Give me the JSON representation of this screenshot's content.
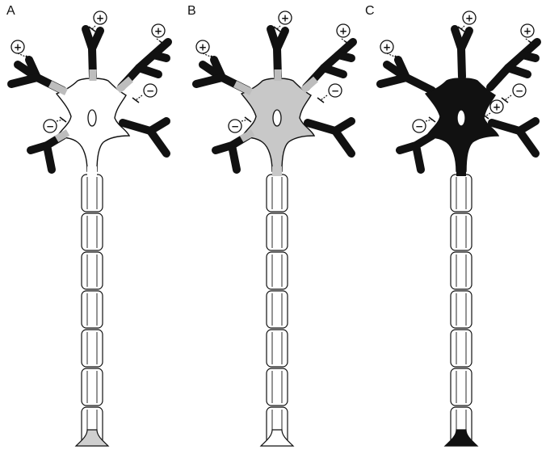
{
  "panels": [
    {
      "label": "A",
      "dendrite_fill": "#111111",
      "soma_fill": "#ffffff",
      "axon_fill": "#ffffff",
      "terminal_fill": "#cfcfcf",
      "shaded_dendrite_bases": true,
      "inputs": [
        {
          "sign": "+",
          "target": "dendrite-left"
        },
        {
          "sign": "+",
          "target": "dendrite-top"
        },
        {
          "sign": "+",
          "target": "dendrite-upper-right"
        },
        {
          "sign": "−",
          "target": "dendrite-right"
        },
        {
          "sign": "−",
          "target": "soma-left"
        }
      ]
    },
    {
      "label": "B",
      "dendrite_fill": "#111111",
      "soma_fill": "#c8c8c8",
      "axon_fill": "#ffffff",
      "terminal_fill": "#ffffff",
      "shaded_dendrite_bases": true,
      "inputs": [
        {
          "sign": "+",
          "target": "dendrite-left"
        },
        {
          "sign": "+",
          "target": "dendrite-top"
        },
        {
          "sign": "+",
          "target": "dendrite-upper-right"
        },
        {
          "sign": "−",
          "target": "dendrite-right"
        },
        {
          "sign": "−",
          "target": "soma-left"
        }
      ]
    },
    {
      "label": "C",
      "dendrite_fill": "#111111",
      "soma_fill": "#111111",
      "axon_fill": "#ffffff",
      "terminal_fill": "#111111",
      "shaded_dendrite_bases": false,
      "inputs": [
        {
          "sign": "+",
          "target": "dendrite-left"
        },
        {
          "sign": "+",
          "target": "dendrite-top"
        },
        {
          "sign": "+",
          "target": "dendrite-upper-right"
        },
        {
          "sign": "+",
          "target": "soma-right"
        },
        {
          "sign": "−",
          "target": "dendrite-right"
        },
        {
          "sign": "−",
          "target": "soma-left"
        }
      ]
    }
  ]
}
